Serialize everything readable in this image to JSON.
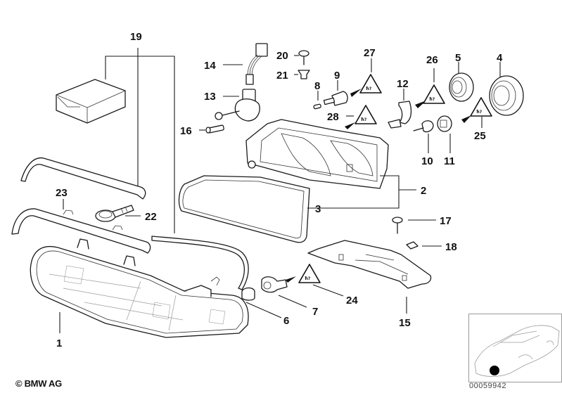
{
  "diagram": {
    "title": "BMW headlight assembly exploded parts diagram",
    "copyright": "© BMW AG",
    "reference_number": "00059942",
    "inset": {
      "description": "Vehicle locator showing front-left headlight position",
      "marker": "black-dot"
    },
    "callouts": [
      {
        "number": "1",
        "part": "headlight-lens-housing"
      },
      {
        "number": "2",
        "part": "reflector-housing-bracket"
      },
      {
        "number": "3",
        "part": "headlight-gasket"
      },
      {
        "number": "4",
        "part": "large-rubber-cap"
      },
      {
        "number": "5",
        "part": "small-rubber-cap"
      },
      {
        "number": "6",
        "part": "turn-signal-bulb"
      },
      {
        "number": "7",
        "part": "turn-signal-bulb-socket"
      },
      {
        "number": "8",
        "part": "small-pin"
      },
      {
        "number": "9",
        "part": "bulb-holder"
      },
      {
        "number": "10",
        "part": "halogen-bulb"
      },
      {
        "number": "11",
        "part": "bulb-socket"
      },
      {
        "number": "12",
        "part": "angled-connector"
      },
      {
        "number": "13",
        "part": "adjusting-motor"
      },
      {
        "number": "14",
        "part": "wiring-connector"
      },
      {
        "number": "15",
        "part": "support-bracket"
      },
      {
        "number": "16",
        "part": "screw"
      },
      {
        "number": "17",
        "part": "hex-screw"
      },
      {
        "number": "18",
        "part": "clip-nut"
      },
      {
        "number": "19",
        "part": "repair-kit"
      },
      {
        "number": "20",
        "part": "screw-with-washer"
      },
      {
        "number": "21",
        "part": "plastic-expanding-nut"
      },
      {
        "number": "22",
        "part": "rubber-grommet"
      },
      {
        "number": "23",
        "part": "trim-strip"
      },
      {
        "number": "24",
        "part": "warning-label"
      },
      {
        "number": "25",
        "part": "warning-label"
      },
      {
        "number": "26",
        "part": "warning-label"
      },
      {
        "number": "27",
        "part": "warning-label"
      },
      {
        "number": "28",
        "part": "warning-label"
      }
    ]
  }
}
